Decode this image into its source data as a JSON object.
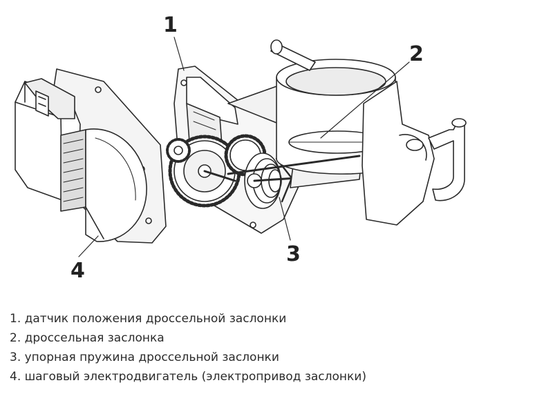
{
  "diagram": {
    "callouts": [
      {
        "id": "1",
        "text": "1"
      },
      {
        "id": "2",
        "text": "2"
      },
      {
        "id": "3",
        "text": "3"
      },
      {
        "id": "4",
        "text": "4"
      }
    ]
  },
  "legend": [
    "1. датчик положения дроссельной заслонки",
    "2. дроссельная заслонка",
    "3. упорная пружина дроссельной заслонки",
    "4. шаговый электродвигатель (электропривод заслонки)"
  ],
  "colors": {
    "line": "#2a2a2a",
    "fill": "#ffffff",
    "shade": "#e6e6e6"
  }
}
